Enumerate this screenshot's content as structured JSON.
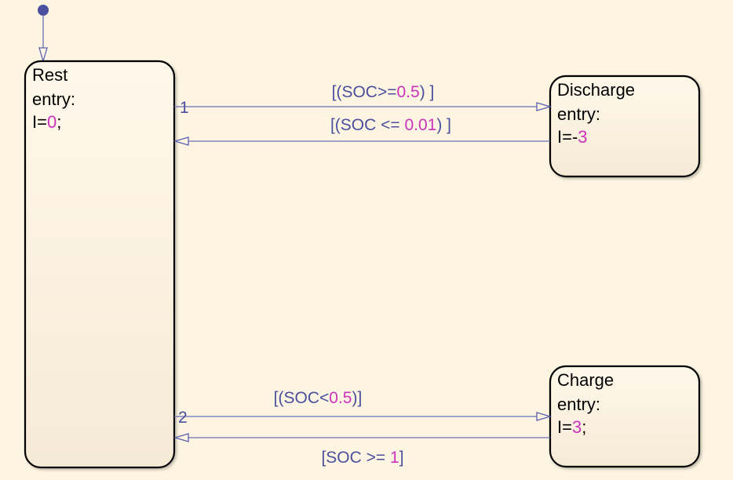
{
  "colors": {
    "background": "#fdf4e1",
    "transition": "#6a6fb8",
    "label": "#4a4f9e",
    "number": "#cc33bb"
  },
  "states": {
    "rest": {
      "name": "Rest",
      "entry": "entry:",
      "action_pre": "I=",
      "action_num": "0",
      "action_post": ";"
    },
    "discharge": {
      "name": "Discharge",
      "entry": "entry:",
      "action_pre": "I=-",
      "action_num": "3",
      "action_post": ""
    },
    "charge": {
      "name": "Charge",
      "entry": "entry:",
      "action_pre": "I=",
      "action_num": "3",
      "action_post": ";"
    }
  },
  "transitions": {
    "rest_to_discharge": {
      "order": "1",
      "pre": "[(SOC>=",
      "num": "0.5",
      "post": ") ]"
    },
    "discharge_to_rest": {
      "pre": "[(SOC <= ",
      "num": "0.01",
      "post": ") ]"
    },
    "rest_to_charge": {
      "order": "2",
      "pre": "[(SOC<",
      "num": "0.5",
      "post": ")]"
    },
    "charge_to_rest": {
      "pre": "[SOC >= ",
      "num": "1",
      "post": "]"
    }
  }
}
